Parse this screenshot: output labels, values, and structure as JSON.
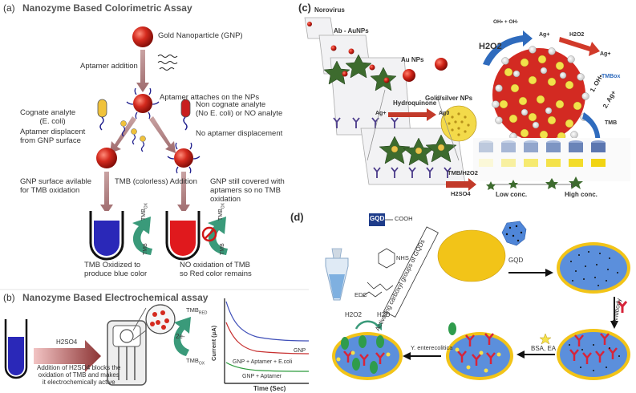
{
  "panel_a": {
    "label": "(a)",
    "title": "Nanozyme Based Colorimetric Assay",
    "gnp_label": "Gold Nanoparticle (GNP)",
    "aptamer_addition": "Aptamer addition",
    "aptamer_attaches": "Aptamer attaches on the NPs",
    "cognate_line1": "Cognate analyte",
    "cognate_line2": "(E. coli)",
    "displacement_line1": "Aptamer displacent",
    "displacement_line2": "from GNP surface",
    "noncognate_line1": "Non cognate analyte",
    "noncognate_line2": "(No E. coli) or NO analyte",
    "no_displacement": "No aptamer displacement",
    "surface_line1": "GNP surface avilable",
    "surface_line2": "for TMB oxidation",
    "tmb_addition": "TMB (colorless) Addition",
    "covered_line1": "GNP still covered with",
    "covered_line2": "aptamers so no TMB",
    "covered_line3": "oxidation",
    "tmb_ox": "TMB",
    "tmb_ox_sub": "OX",
    "tmb": "TMB",
    "oxidized_line1": "TMB Oxidized to",
    "oxidized_line2": "produce blue color",
    "no_oxidation_line1": "NO oxidation of TMB",
    "no_oxidation_line2": "so Red color remains"
  },
  "panel_b": {
    "label": "(b)",
    "title": "Nanozyme Based Electrochemical assay",
    "h2so4": "H2SO4",
    "caption_line1": "Addition of H2SO4 blocks the",
    "caption_line2": "oxidation of TMB and makes",
    "caption_line3": "it electrochemically active",
    "tmb_red": "TMB",
    "tmb_red_sub": "RED",
    "tmb_ox": "TMB",
    "tmb_ox_sub": "OX",
    "electrons": "2e-",
    "ylabel": "Current (μA)",
    "xlabel": "Time (Sec)",
    "curve_gnp": "GNP",
    "curve_ecoli": "GNP + Aptamer + E.coli",
    "curve_aptamer": "GNP + Aptamer"
  },
  "panel_c": {
    "label": "(c)",
    "norovirus": "Norovirus",
    "ab_aunps": "Ab - AuNPs",
    "au_nps": "Au NPs",
    "hydroquinone": "Hydroquinone",
    "ag_plus": "Ag+",
    "ag_zero": "Ag0",
    "gold_silver": "Gold/silver NPs",
    "h2o2": "H2O2",
    "oh_radicals": "OH• + OH-",
    "ag_plus_right": "Ag+",
    "h2o2_small": "H2O2",
    "ag_plus_2": "Ag+",
    "tmb_ox": "TMBox",
    "step1": "1. OH•",
    "step2": "2. Ag+",
    "tmb": "TMB",
    "tmb_h2o2": "TMB/H2O2",
    "h2so4": "H2SO4",
    "low": "Low conc.",
    "high": "High conc."
  },
  "panel_d": {
    "label": "(d)",
    "gqd_box": "GQD",
    "cooh": "COOH",
    "nhs": "NHS",
    "edc": "EDC",
    "activating": "Activating carboxyl groups of GQDs",
    "gqd": "GQD",
    "antibody": "Antibody",
    "bsa": "BSA, EA",
    "h2o2": "H2O2",
    "h2o": "H2O",
    "target": "Y. enterecolitica"
  },
  "colors": {
    "gold": "#e8a317",
    "red_np": "#c81e1e",
    "blue_solution": "#2a28b8",
    "red_solution": "#e0191d",
    "arrow_brown": "#a9787a",
    "teal_arrow": "#3a9a7a",
    "gqd_blue": "#2f6fd1",
    "antibody_red": "#d7243a"
  }
}
